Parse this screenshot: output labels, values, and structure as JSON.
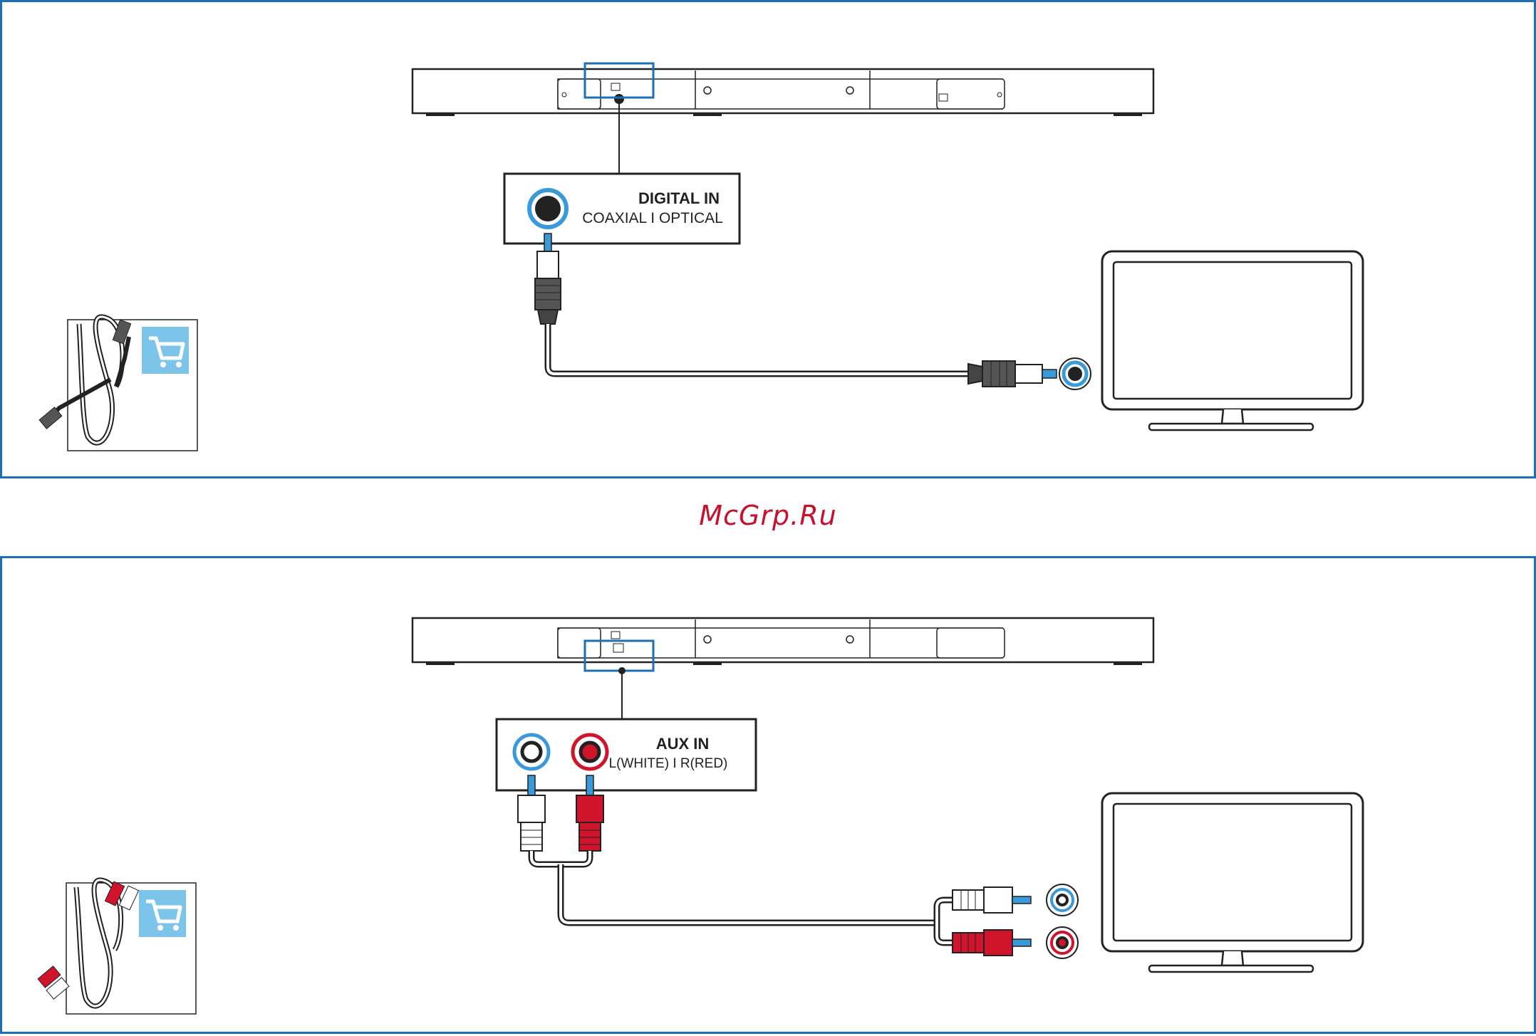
{
  "top": {
    "port_title": "DIGITAL IN",
    "port_sub": "COAXIAL  I  OPTICAL"
  },
  "bottom": {
    "port_title": "AUX IN",
    "port_sub": "L(WHITE)  I  R(RED)"
  },
  "watermark": "McGrp.Ru",
  "icons": [
    "soundbar",
    "tv",
    "coaxial-cable",
    "rca-cable",
    "shopping-cart-icon"
  ],
  "colors": {
    "frame": "#1f6fb5",
    "jack_ring": "#3a9ad9",
    "red_plug": "#d0142c",
    "cart_bg": "#7cc4ea",
    "watermark": "#c8102e"
  }
}
